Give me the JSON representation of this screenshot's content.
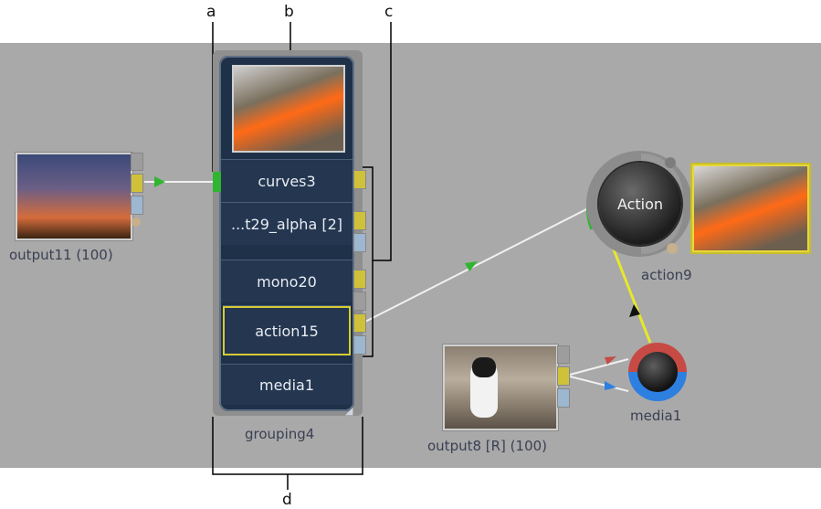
{
  "callouts": {
    "a": "a",
    "b": "b",
    "c": "c",
    "d": "d"
  },
  "nodes": {
    "output11": {
      "label": "output11 (100)"
    },
    "grouping": {
      "label": "grouping4",
      "rows": [
        "curves3",
        "...t29_alpha [2]",
        "mono20",
        "action15",
        "media1"
      ],
      "selected_row": "action15"
    },
    "action9": {
      "label": "action9",
      "ball_text": "Action"
    },
    "output8": {
      "label": "output8 [R] (100)"
    },
    "media1": {
      "label": "media1"
    }
  },
  "colors": {
    "canvas": "#a9a9a9",
    "group_body": "#1f3149",
    "port_yellow": "#cfc23a",
    "port_blue": "#9cb7cf",
    "wire_green": "#2fb52f",
    "wire_yellow": "#e8e82a",
    "media_red": "#c74a44",
    "media_blue": "#2d7fe0"
  },
  "icons": [
    "input-port-icon",
    "output-port-icon",
    "arrow-right-icon",
    "arrow-up-icon",
    "resize-handle-icon"
  ]
}
